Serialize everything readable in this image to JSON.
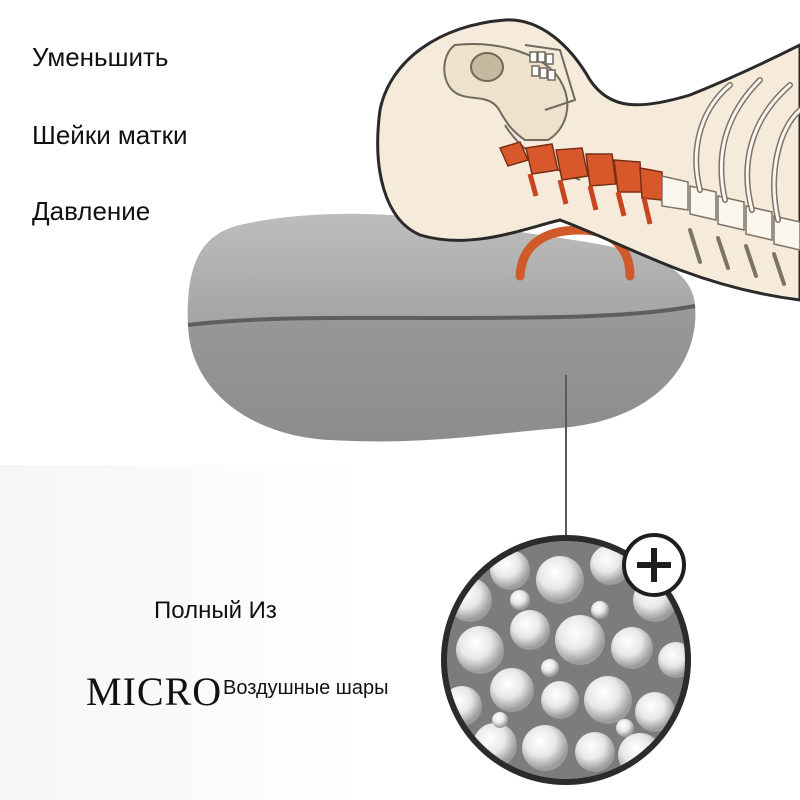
{
  "labels": {
    "reduce": "Уменьшить",
    "cervical": "Шейки матки",
    "pressure": "Давление",
    "full_of": "Полный Из",
    "micro": "MICRO",
    "air_balls": "Воздушные шары"
  },
  "icons": {
    "zoom": "plus-icon"
  },
  "colors": {
    "pillow": "#a9a9a9",
    "spine_highlight": "#d9582b",
    "skin": "#f6eadb",
    "bone": "#fbf6ee"
  }
}
